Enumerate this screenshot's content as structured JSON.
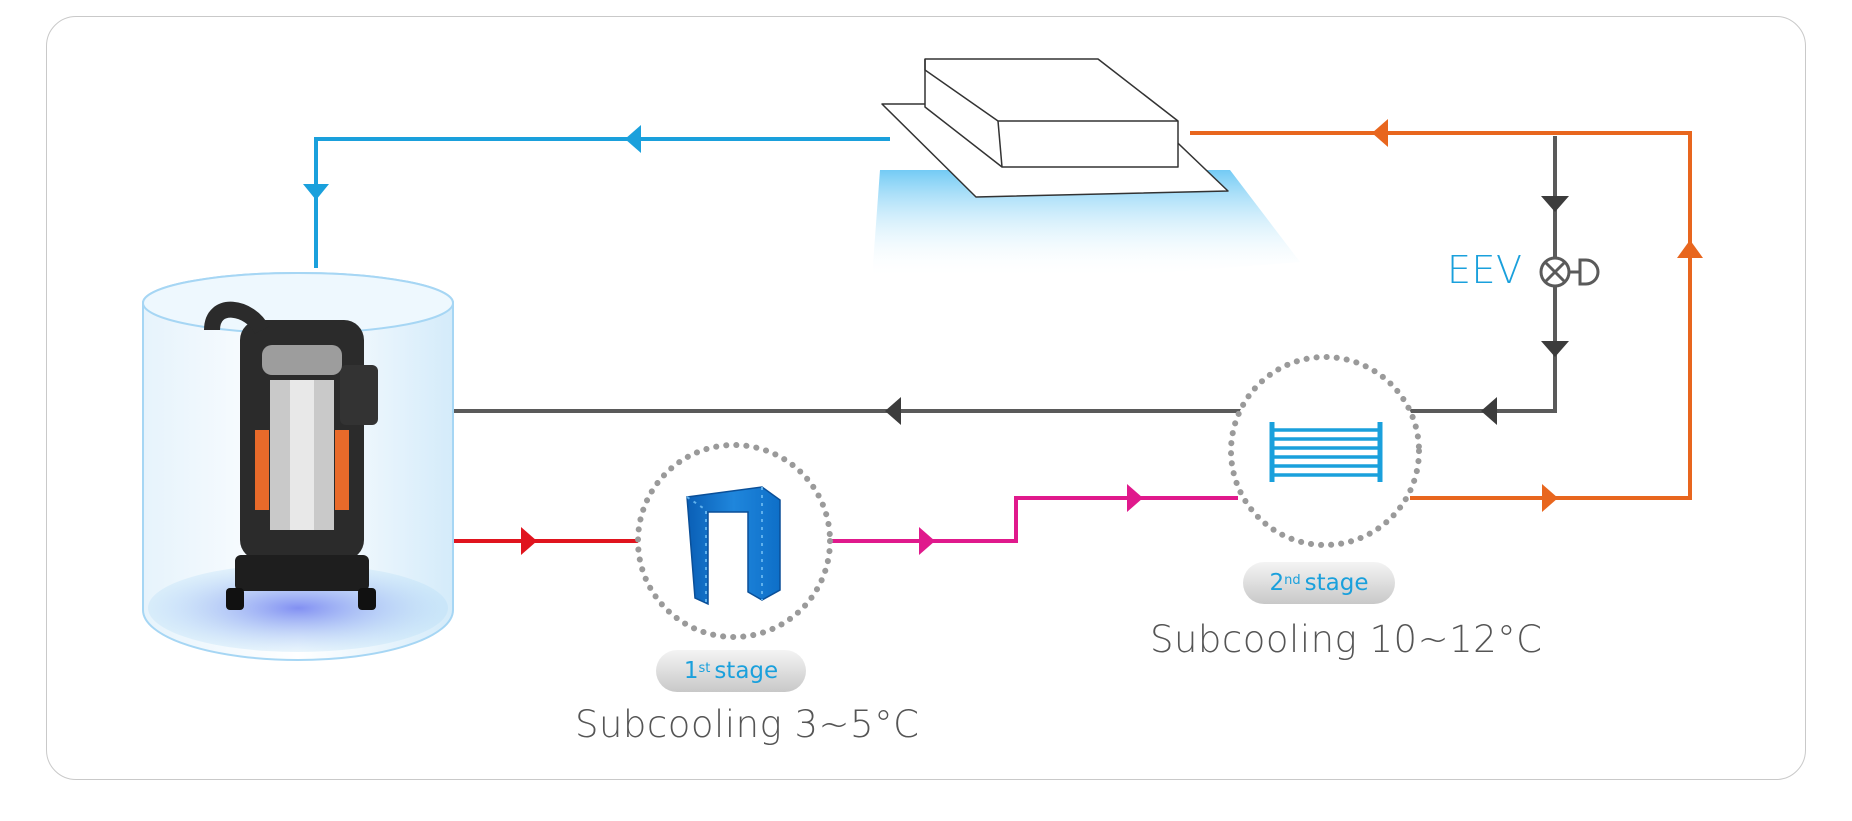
{
  "colors": {
    "suction_line": "#1aa0dc",
    "return_line": "#5a5a5a",
    "discharge_line": "#e0141e",
    "subcooled_line": "#e0198c",
    "liquid_line": "#e8661e",
    "accent_text": "#1aa0dc",
    "frame_border": "#c9c9c9"
  },
  "eev": {
    "label": "EEV",
    "icon": "expansion-valve-icon"
  },
  "stage1": {
    "ordinal": "1",
    "suffix": "st",
    "word": "stage",
    "caption": "Subcooling 3~5°C",
    "icon": "plate-heat-exchanger-icon"
  },
  "stage2": {
    "ordinal": "2",
    "suffix": "nd",
    "word": "stage",
    "caption": "Subcooling 10~12°C",
    "icon": "tube-heat-exchanger-icon"
  },
  "components": {
    "compressor_icon": "scroll-compressor-icon",
    "indoor_unit_icon": "cassette-indoor-unit-icon"
  }
}
